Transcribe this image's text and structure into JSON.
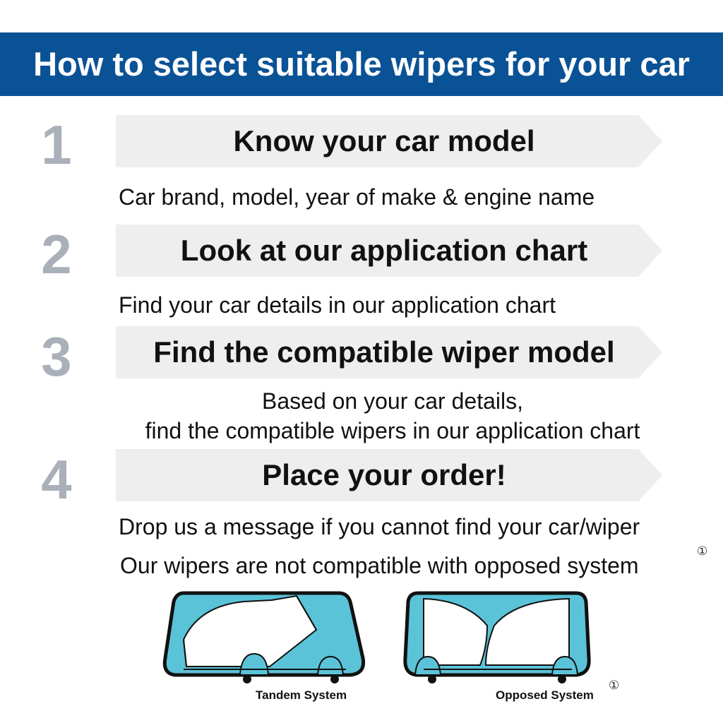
{
  "banner": {
    "title": "How to select suitable wipers for your car"
  },
  "steps": [
    {
      "number": "1",
      "title": "Know your car model",
      "desc": [
        "Car brand, model, year of make & engine name"
      ]
    },
    {
      "number": "2",
      "title": "Look at our application chart",
      "desc": [
        "Find your car details in our application chart"
      ]
    },
    {
      "number": "3",
      "title": "Find the compatible wiper model",
      "desc": [
        "Based on your car details,",
        "find the compatible wipers in our application chart"
      ]
    },
    {
      "number": "4",
      "title": "Place your order!",
      "desc": [
        "Drop us a message if you cannot find your car/wiper"
      ]
    }
  ],
  "note": {
    "text": "Our wipers are not compatible with opposed system",
    "marker": "①"
  },
  "illustrations": {
    "tandem": {
      "label": "Tandem System"
    },
    "opposed": {
      "label": "Opposed System",
      "marker": "①"
    }
  },
  "colors": {
    "banner": "#0a5296",
    "step_number": "#a9b0ba",
    "step_arrow": "#eeeeee",
    "windshield": "#5bc3d8"
  }
}
